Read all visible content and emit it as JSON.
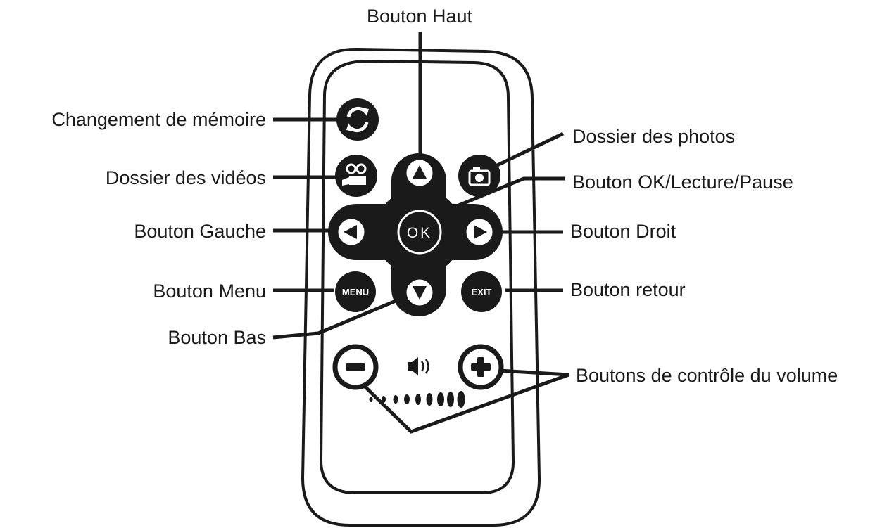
{
  "labels": {
    "haut": "Bouton Haut",
    "memoire": "Changement de mémoire",
    "photos": "Dossier des photos",
    "videos": "Dossier des vidéos",
    "ok": "Bouton OK/Lecture/Pause",
    "gauche": "Bouton Gauche",
    "droit": "Bouton Droit",
    "menu": "Bouton Menu",
    "retour": "Bouton retour",
    "bas": "Bouton Bas",
    "volume": "Boutons de contrôle du volume"
  },
  "keys": {
    "ok": "OK",
    "menu": "MENU",
    "exit": "EXIT"
  },
  "icons": [
    "memory-switch-icon",
    "video-camera-icon",
    "photo-camera-icon",
    "arrow-up-icon",
    "arrow-down-icon",
    "arrow-left-icon",
    "arrow-right-icon",
    "speaker-icon",
    "minus-icon",
    "plus-icon"
  ]
}
